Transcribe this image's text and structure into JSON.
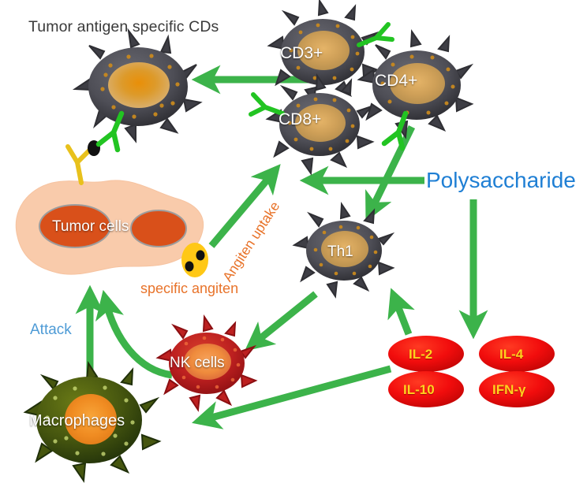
{
  "diagram": {
    "title": "Tumor antigen specific CDs",
    "background_color": "#ffffff",
    "arrow_color": "#3cb34a",
    "labels": {
      "polysaccharide": "Polysaccharide",
      "antigen_uptake": "Angiten uptake",
      "specific_antigen": "specific angiten",
      "attack": "Attack"
    },
    "cells": [
      {
        "id": "cd_effector",
        "label": "",
        "type": "dendritic",
        "rim": "#4a4a50",
        "core": "#e08a14"
      },
      {
        "id": "cd3",
        "label": "CD3+",
        "type": "dendritic",
        "rim": "#4a4a50",
        "core": "#c99a55"
      },
      {
        "id": "cd8",
        "label": "CD8+",
        "type": "dendritic",
        "rim": "#4a4a50",
        "core": "#c99a55"
      },
      {
        "id": "cd4",
        "label": "CD4+",
        "type": "dendritic",
        "rim": "#4a4a50",
        "core": "#c99a55"
      },
      {
        "id": "th1",
        "label": "Th1",
        "type": "dendritic",
        "rim": "#4a4a50",
        "core": "#c9a463"
      },
      {
        "id": "nk",
        "label": "NK cells",
        "type": "nk",
        "rim": "#b71c1c",
        "core": "#f0893a"
      },
      {
        "id": "macrophage",
        "label": "Macrophages",
        "type": "macrophage",
        "rim": "#3f4f12",
        "core": "#f08c22"
      },
      {
        "id": "tumor",
        "label": "Tumor cells",
        "type": "tumor",
        "rim": "#f8c8a6",
        "core": "#d9501a"
      }
    ],
    "cytokines": [
      {
        "id": "il2",
        "label": "IL-2",
        "fill": "#f01010",
        "text": "#ffd21e"
      },
      {
        "id": "il4",
        "label": "IL-4",
        "fill": "#f01010",
        "text": "#ffd21e"
      },
      {
        "id": "il10",
        "label": "IL-10",
        "fill": "#f01010",
        "text": "#ffd21e"
      },
      {
        "id": "ifng",
        "label": "IFN-γ",
        "fill": "#f01010",
        "text": "#ffd21e"
      }
    ],
    "colors": {
      "arrow_green": "#3cb34a",
      "receptor_green": "#22c422",
      "antibody_yellow": "#e8c11c",
      "polysaccharide_blue": "#1f7fd4",
      "orange_label": "#e8732a",
      "blue_label": "#4e9bd6",
      "title_gray": "#3a3a3a",
      "cytokine_red": "#f01010",
      "cytokine_yellow": "#ffd21e"
    }
  }
}
